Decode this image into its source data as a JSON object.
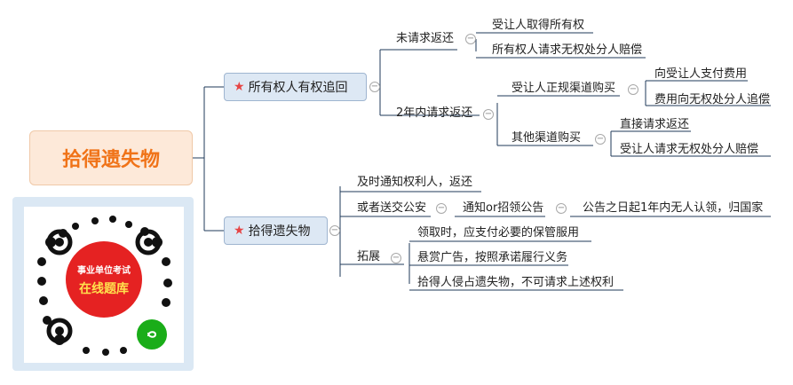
{
  "root": {
    "label": "拾得遗失物"
  },
  "branch1": {
    "label": "所有权人有权追回",
    "not_requested": {
      "label": "未请求返还",
      "children": [
        "受让人取得所有权",
        "所有权人请求无权处分人赔偿"
      ]
    },
    "within_2y": {
      "label": "2年内请求返还",
      "regular": {
        "label": "受让人正规渠道购买",
        "children": [
          "向受让人支付费用",
          "费用向无权处分人追偿"
        ]
      },
      "other": {
        "label": "其他渠道购买",
        "children": [
          "直接请求返还",
          "受让人请求无权处分人赔偿"
        ]
      }
    }
  },
  "branch2": {
    "label": "拾得遗失物",
    "notify": "及时通知权利人，返还",
    "police": {
      "label": "或者送交公安",
      "announce": "通知or招领公告",
      "result": "公告之日起1年内无人认领，归国家"
    },
    "extend": {
      "label": "拓展",
      "children": [
        "领取时，应支付必要的保管服用",
        "悬赏广告，按照承诺履行义务",
        "拾得人侵占遗失物，不可请求上述权利"
      ]
    }
  },
  "qr": {
    "line1": "事业单位考试",
    "line2": "在线题库"
  },
  "colors": {
    "root_text": "#f07318",
    "root_bg": "#fde9d9",
    "main_bg": "#dde8f4",
    "star": "#e64545",
    "line": "#1f3a5a",
    "badge": "#e52222"
  }
}
